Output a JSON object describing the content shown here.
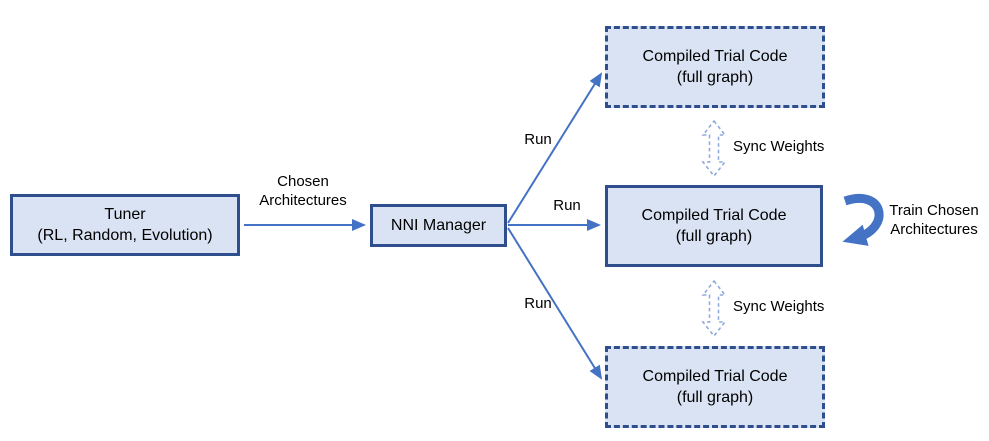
{
  "diagram": {
    "colors": {
      "box_fill": "#dae3f3",
      "box_border": "#2e4e8e",
      "arrow": "#4472c4",
      "sync_arrow": "#8faadc",
      "text": "#000000"
    },
    "nodes": {
      "tuner": {
        "line1": "Tuner",
        "line2": "(RL, Random, Evolution)"
      },
      "nni_manager": {
        "label": "NNI Manager"
      },
      "trial_top": {
        "line1": "Compiled Trial Code",
        "line2": "(full graph)"
      },
      "trial_middle": {
        "line1": "Compiled Trial Code",
        "line2": "(full graph)"
      },
      "trial_bottom": {
        "line1": "Compiled Trial Code",
        "line2": "(full graph)"
      }
    },
    "labels": {
      "chosen": {
        "line1": "Chosen",
        "line2": "Architectures"
      },
      "run_top": "Run",
      "run_middle": "Run",
      "run_bottom": "Run",
      "sync_weights_top": "Sync Weights",
      "sync_weights_bottom": "Sync Weights",
      "train": {
        "line1": "Train Chosen",
        "line2": "Architectures"
      }
    }
  }
}
